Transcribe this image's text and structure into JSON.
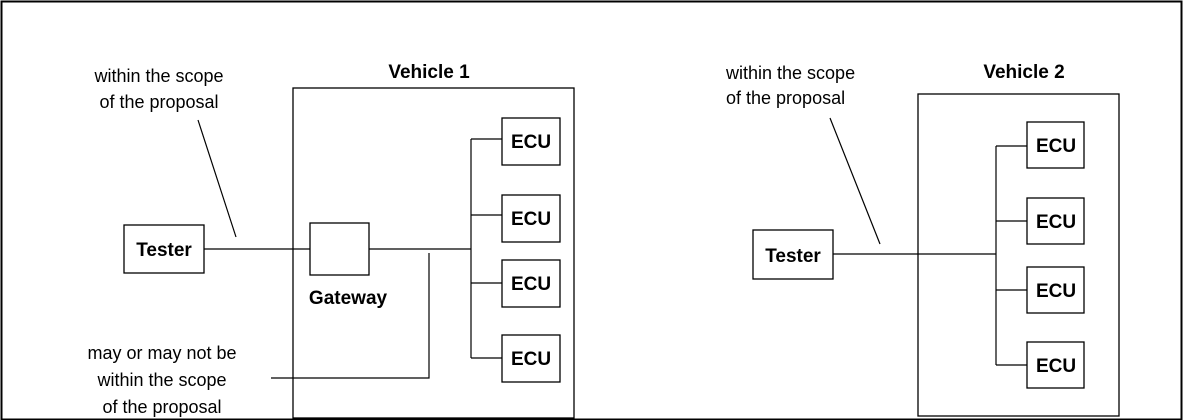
{
  "diagram": {
    "left": {
      "note_top": [
        "within the scope",
        "of the proposal"
      ],
      "vehicle_title": "Vehicle 1",
      "tester_label": "Tester",
      "gateway_label": "Gateway",
      "ecu_labels": [
        "ECU",
        "ECU",
        "ECU",
        "ECU"
      ],
      "note_bottom": [
        "may or may not be",
        "within the scope",
        "of the proposal"
      ]
    },
    "right": {
      "note_top": [
        "within the scope",
        "of the proposal"
      ],
      "vehicle_title": "Vehicle 2",
      "tester_label": "Tester",
      "ecu_labels": [
        "ECU",
        "ECU",
        "ECU",
        "ECU"
      ]
    }
  }
}
